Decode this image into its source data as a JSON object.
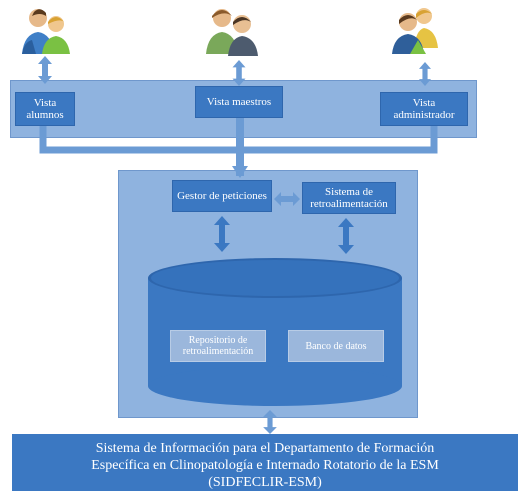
{
  "views": {
    "students": "Vista alumnos",
    "teachers": "Vista maestros",
    "admin": "Vista administrador"
  },
  "server": {
    "request_manager": "Gestor de peticiones",
    "feedback_system": "Sistema de retroalimentación",
    "feedback_repository": "Repositorio de retroalimentación",
    "data_bank": "Banco de datos"
  },
  "footer": {
    "line1": "Sistema de Información para el Departamento de Formación",
    "line2": "Específica en Clinopatología e Internado Rotatorio de la ESM",
    "line3": "(SIDFECLIR-ESM)"
  },
  "colors": {
    "box": "#3b78c2",
    "panel": "#8fb3df",
    "arrow": "#6b9bd4"
  },
  "icons": [
    "users-group-icon",
    "users-group-icon",
    "users-group-icon"
  ]
}
